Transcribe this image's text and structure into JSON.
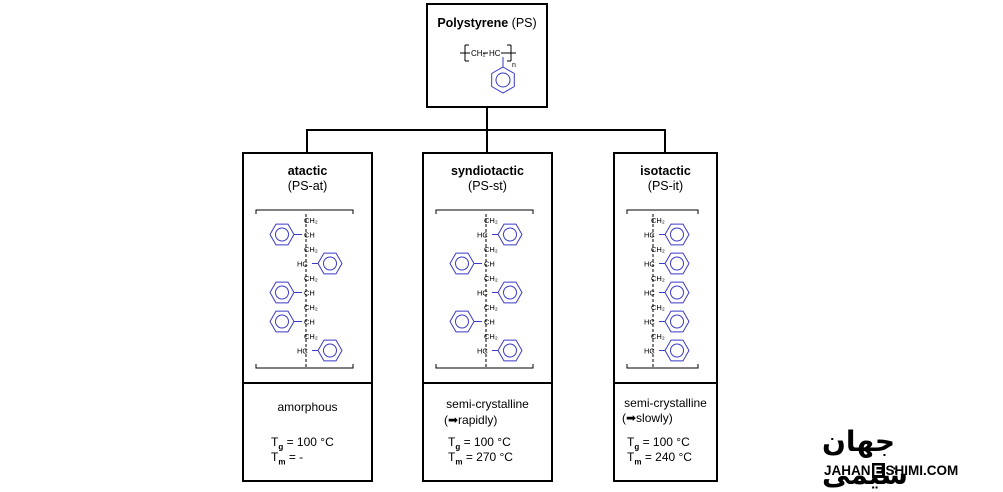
{
  "root": {
    "name": "Polystyrene",
    "abbr": "(PS)",
    "formula_ch2": "CH₂",
    "formula_hc": "HC",
    "formula_n": "n"
  },
  "branches": [
    {
      "name": "atactic",
      "abbr": "(PS-at)",
      "property_line1": "amorphous",
      "property_line2": "",
      "tg": "=  100 °C",
      "tm": "=    -"
    },
    {
      "name": "syndiotactic",
      "abbr": "(PS-st)",
      "property_line1": "semi-crystalline",
      "property_line2": "(➡rapidly)",
      "tg": "=  100 °C",
      "tm": "=  270 °C"
    },
    {
      "name": "isotactic",
      "abbr": "(PS-it)",
      "property_line1": "semi-crystalline",
      "property_line2": "(➡slowly)",
      "tg": "=  100 °C",
      "tm": "=  240 °C"
    }
  ],
  "labels": {
    "tg": "T",
    "tg_sub": "g",
    "tm": "T",
    "tm_sub": "m",
    "ch2": "CH₂",
    "ch": "CH",
    "hc": "HC"
  },
  "logo": {
    "arabic": "جهان شیمی",
    "latin": "JAHAN",
    "latin_mid": "E",
    "latin_end": "SHIMI.COM"
  },
  "colors": {
    "ring": "#3a3ac8",
    "line": "#000000"
  }
}
